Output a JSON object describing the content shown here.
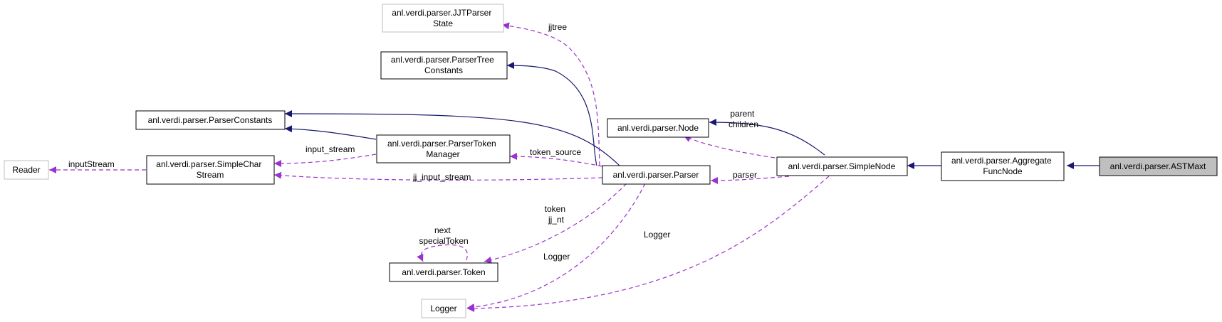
{
  "colors": {
    "inheritance": "#191970",
    "usage": "#9a32cd",
    "focus_fill": "#bfbfbf",
    "external_border": "#bfbfbf",
    "border": "#000000"
  },
  "nodes": {
    "jjtparserstate": {
      "lines": [
        "anl.verdi.parser.JJTParser",
        "State"
      ]
    },
    "parsertreeconstants": {
      "lines": [
        "anl.verdi.parser.ParserTree",
        "Constants"
      ]
    },
    "parserconstants": {
      "lines": [
        "anl.verdi.parser.ParserConstants"
      ]
    },
    "parsertokenmanager": {
      "lines": [
        "anl.verdi.parser.ParserToken",
        "Manager"
      ]
    },
    "reader": {
      "lines": [
        "Reader"
      ]
    },
    "simplecharstream": {
      "lines": [
        "anl.verdi.parser.SimpleChar",
        "Stream"
      ]
    },
    "parser": {
      "lines": [
        "anl.verdi.parser.Parser"
      ]
    },
    "node": {
      "lines": [
        "anl.verdi.parser.Node"
      ]
    },
    "simplenode": {
      "lines": [
        "anl.verdi.parser.SimpleNode"
      ]
    },
    "aggregatefuncnode": {
      "lines": [
        "anl.verdi.parser.Aggregate",
        "FuncNode"
      ]
    },
    "astmaxt": {
      "lines": [
        "anl.verdi.parser.ASTMaxt"
      ]
    },
    "token": {
      "lines": [
        "anl.verdi.parser.Token"
      ]
    },
    "logger": {
      "lines": [
        "Logger"
      ]
    }
  },
  "edge_labels": {
    "jjtree": [
      "jjtree"
    ],
    "input_stream": [
      "input_stream"
    ],
    "inputstream": [
      "inputStream"
    ],
    "token_source": [
      "token_source"
    ],
    "jj_input_stream": [
      "jj_input_stream"
    ],
    "parent_children": [
      "parent",
      "children"
    ],
    "parser": [
      "parser"
    ],
    "token_jj_nt": [
      "token",
      "jj_nt"
    ],
    "next_specialtoken": [
      "next",
      "specialToken"
    ],
    "logger_parser": [
      "Logger"
    ],
    "logger_simplenode": [
      "Logger"
    ]
  }
}
